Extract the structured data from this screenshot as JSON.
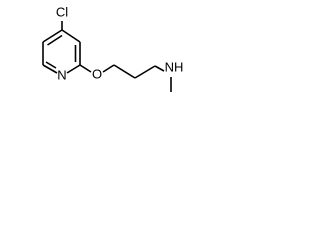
{
  "structure": {
    "atoms": {
      "chlorine": "Cl",
      "ring_nitrogen": "N",
      "ether_oxygen": "O",
      "amine": "NH"
    }
  }
}
